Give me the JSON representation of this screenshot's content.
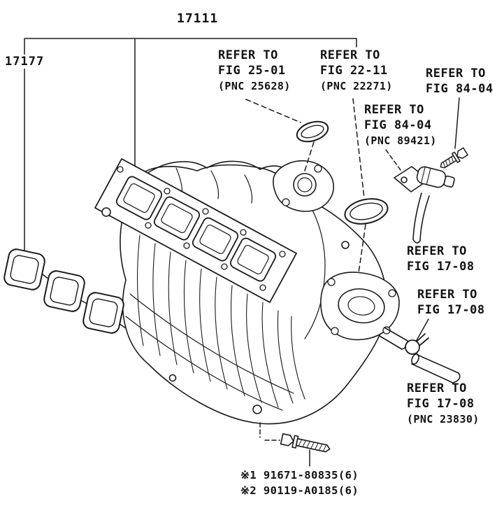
{
  "parts": {
    "intake_manifold": "17111",
    "manifold_gasket": "17177"
  },
  "callouts": {
    "fig_25_01": {
      "line1": "REFER TO",
      "line2": "FIG 25-01",
      "pnc": "(PNC 25628)"
    },
    "fig_22_11": {
      "line1": "REFER TO",
      "line2": "FIG 22-11",
      "pnc": "(PNC 22271)"
    },
    "fig_84_04_bolt": {
      "line1": "REFER TO",
      "line2": "FIG 84-04"
    },
    "fig_84_04_valve": {
      "line1": "REFER TO",
      "line2": "FIG 84-04",
      "pnc": "(PNC 89421)"
    },
    "fig_17_08_hose": {
      "line1": "REFER TO",
      "line2": "FIG 17-08"
    },
    "fig_17_08_clamp": {
      "line1": "REFER TO",
      "line2": "FIG 17-08"
    },
    "fig_17_08_pipe": {
      "line1": "REFER TO",
      "line2": "FIG 17-08",
      "pnc": "(PNC 23830)"
    }
  },
  "footnotes": {
    "note1": "※1 91671-80835(6)",
    "note2": "※2 90119-A0185(6)"
  }
}
